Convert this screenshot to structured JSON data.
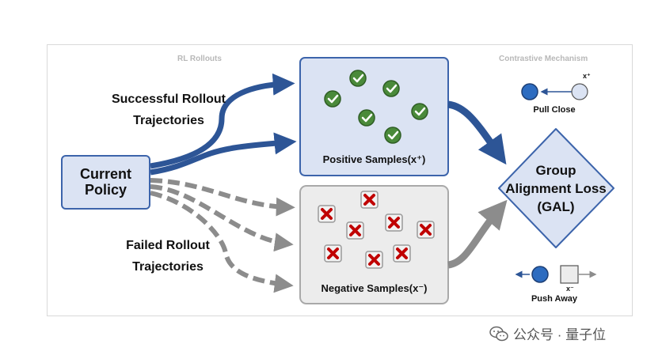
{
  "labels": {
    "rl_rollouts": "RL Rollouts",
    "contrastive_mechanism": "Contrastive Mechanism",
    "successful_line1": "Successful Rollout",
    "successful_line2": "Trajectories",
    "failed_line1": "Failed Rollout",
    "failed_line2": "Trajectories",
    "policy_line1": "Current",
    "policy_line2": "Policy",
    "positive_samples": "Positive Samples(x⁺)",
    "negative_samples": "Negative Samples(x⁻)",
    "gal_line1": "Group",
    "gal_line2": "Alignment Loss",
    "gal_line3": "(GAL)",
    "pull_close": "Pull Close",
    "push_away": "Push Away",
    "x_plus": "x⁺",
    "x_minus": "x⁻"
  },
  "watermark": {
    "text": "公众号 · 量子位"
  },
  "colors": {
    "blue_arrow": "#2d5596",
    "gray_arrow": "#8c8c8c",
    "positive_box_fill": "#dbe3f3",
    "positive_box_stroke": "#3c64ab",
    "negative_box_fill": "#ececec",
    "negative_box_stroke": "#a9a9a9",
    "check_fill": "#4a8a3a",
    "x_mark": "#c00000"
  },
  "icons": {
    "positive_sample": "check-circle-icon",
    "negative_sample": "x-square-icon"
  }
}
